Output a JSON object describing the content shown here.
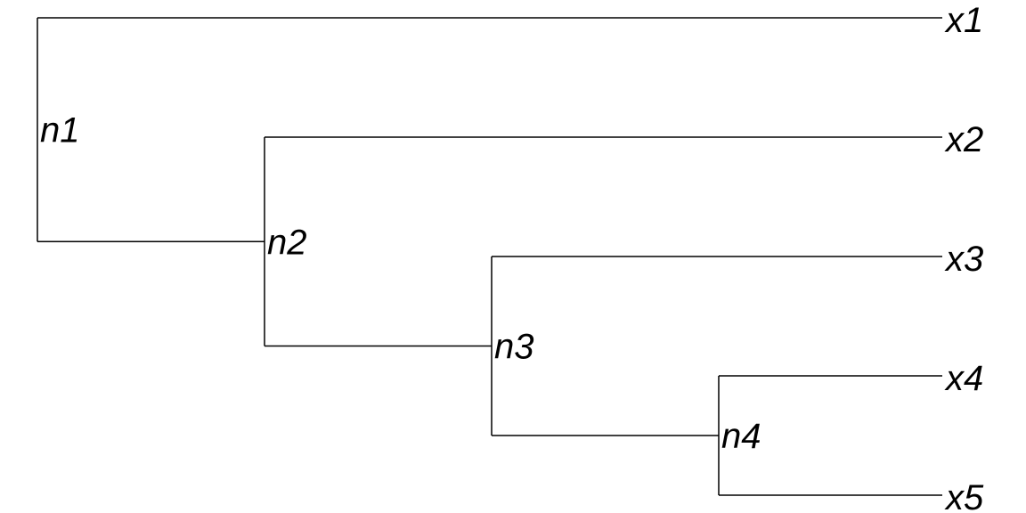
{
  "tree": {
    "root": "n1",
    "internal_nodes": [
      {
        "id": "n1",
        "label": "n1",
        "children": [
          "x1",
          "n2"
        ]
      },
      {
        "id": "n2",
        "label": "n2",
        "children": [
          "x2",
          "n3"
        ]
      },
      {
        "id": "n3",
        "label": "n3",
        "children": [
          "x3",
          "n4"
        ]
      },
      {
        "id": "n4",
        "label": "n4",
        "children": [
          "x4",
          "x5"
        ]
      }
    ],
    "tips": [
      {
        "id": "x1",
        "label": "x1"
      },
      {
        "id": "x2",
        "label": "x2"
      },
      {
        "id": "x3",
        "label": "x3"
      },
      {
        "id": "x4",
        "label": "x4"
      },
      {
        "id": "x5",
        "label": "x5"
      }
    ],
    "colors": {
      "branch": "#000000",
      "label": "#000000",
      "background": "#ffffff"
    }
  }
}
